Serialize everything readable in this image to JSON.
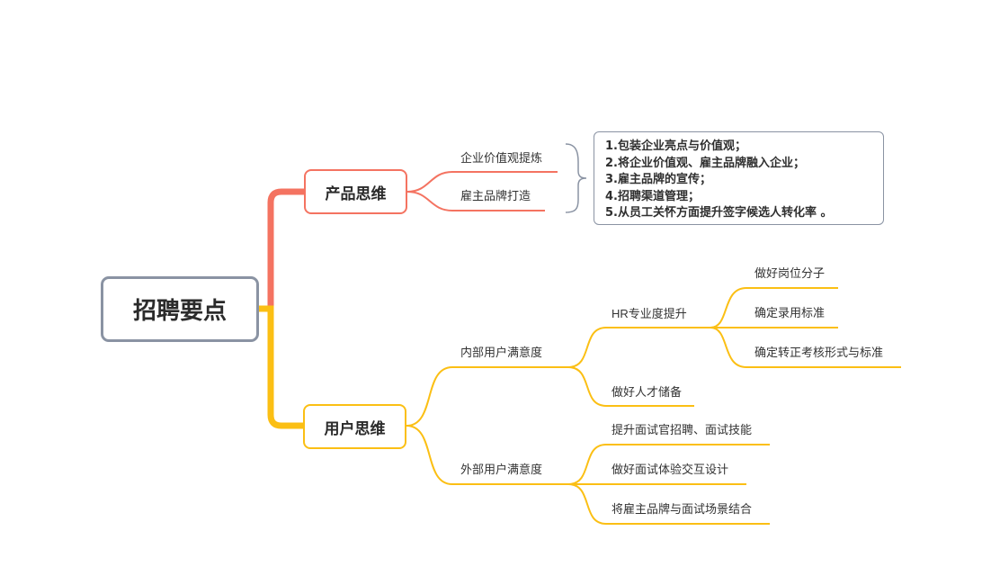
{
  "colors": {
    "product_branch": "#f47361",
    "user_branch": "#fbbf14",
    "root_border": "#8a93a3"
  },
  "root": {
    "label": "招聘要点"
  },
  "product": {
    "label": "产品思维",
    "children": [
      "企业价值观提炼",
      "雇主品牌打造"
    ],
    "summary": [
      "1.包装企业亮点与价值观；",
      "2.将企业价值观、雇主品牌融入企业；",
      "3.雇主品牌的宣传；",
      "4.招聘渠道管理；",
      "5.从员工关怀方面提升签字候选人转化率 。"
    ]
  },
  "user": {
    "label": "用户思维",
    "internal": {
      "label": "内部用户满意度",
      "hr": {
        "label": "HR专业度提升",
        "children": [
          "做好岗位分子",
          "确定录用标准",
          "确定转正考核形式与标准"
        ]
      },
      "talent": "做好人才储备"
    },
    "external": {
      "label": "外部用户满意度",
      "children": [
        "提升面试官招聘、面试技能",
        "做好面试体验交互设计",
        "将雇主品牌与面试场景结合"
      ]
    }
  }
}
